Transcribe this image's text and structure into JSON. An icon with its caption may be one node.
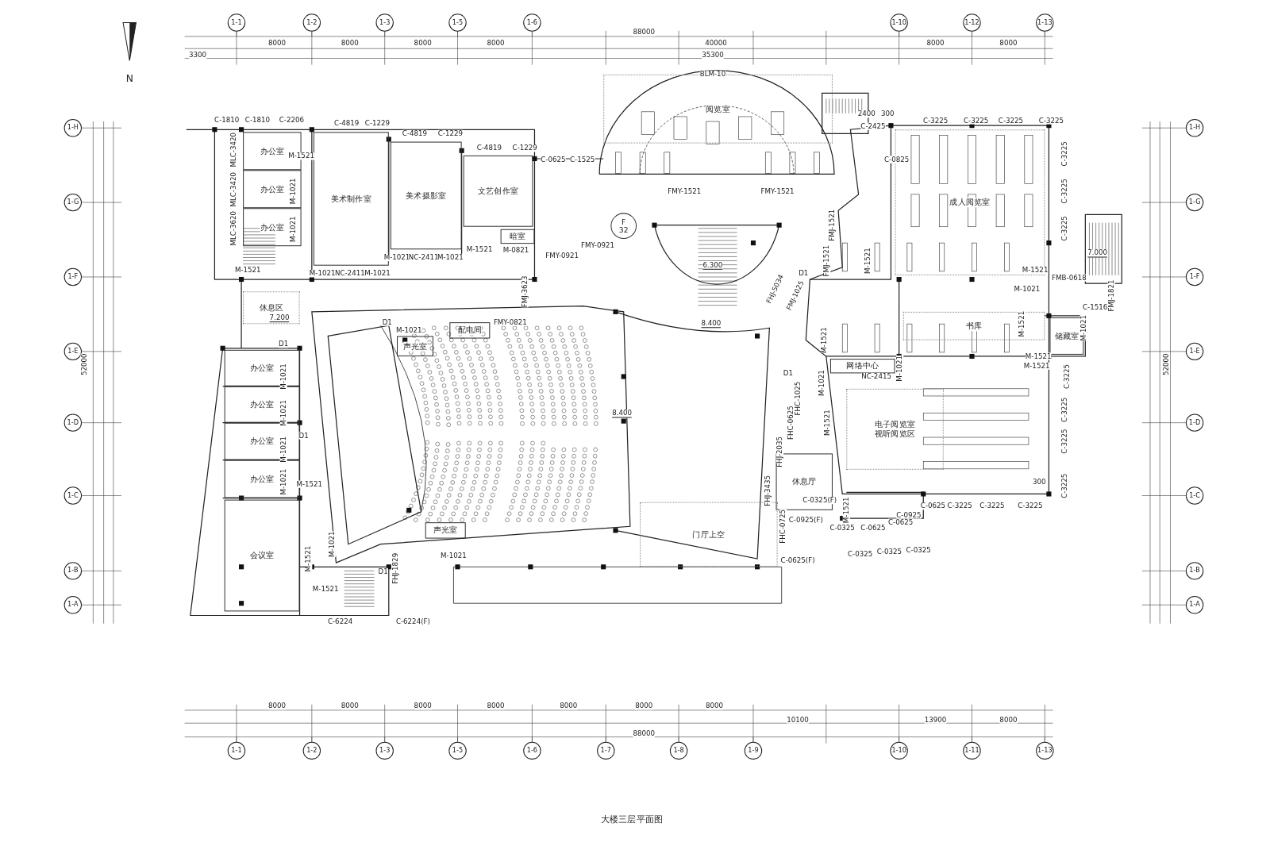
{
  "diagram": {
    "title": "大楼三层平面图",
    "nodes": [
      {
        "text": [
          "办公室"
        ]
      },
      {
        "text": [
          "办公室"
        ]
      },
      {
        "text": [
          "办公室"
        ]
      },
      {
        "text": [
          "美术制作室"
        ]
      },
      {
        "text": [
          "美术摄影室"
        ]
      },
      {
        "text": [
          "文艺创作室"
        ]
      },
      {
        "text": [
          "暗室"
        ]
      },
      {
        "text": [
          "休息区"
        ]
      },
      {
        "text": [
          "声光室"
        ]
      },
      {
        "text": [
          "配电间"
        ]
      },
      {
        "text": [
          "办公室"
        ]
      },
      {
        "text": [
          "办公室"
        ]
      },
      {
        "text": [
          "办公室"
        ]
      },
      {
        "text": [
          "办公室"
        ]
      },
      {
        "text": [
          "会议室"
        ]
      },
      {
        "text": [
          "声光室"
        ]
      },
      {
        "text": [
          "阅览室"
        ]
      },
      {
        "text": [
          "成人阅览室"
        ]
      },
      {
        "text": [
          "书库"
        ]
      },
      {
        "text": [
          "储藏室"
        ]
      },
      {
        "text": [
          "网络中心"
        ]
      },
      {
        "text": [
          "电子阅览室",
          "视听阅览区"
        ]
      },
      {
        "text": [
          "休息厅"
        ]
      },
      {
        "text": [
          "门厅上空"
        ]
      },
      {
        "text": [
          "F",
          "32"
        ]
      }
    ],
    "labels": [
      "1-1",
      "1-2",
      "1-3",
      "1-5",
      "1-6",
      "1-10",
      "1-12",
      "1-13",
      "88000",
      "8000",
      "8000",
      "8000",
      "8000",
      "40000",
      "8000",
      "8000",
      "3300",
      "35300",
      "BLM-10",
      "N",
      "2400",
      "300",
      "1-H",
      "C-1810",
      "C-1810",
      "C-2206",
      "C-4819",
      "C-1229",
      "C-2425",
      "C-3225",
      "C-3225",
      "C-3225",
      "C-3225",
      "1-H",
      "C-4819",
      "C-1229",
      "MLC-3420",
      "M-1521",
      "C-4819",
      "C-1229",
      "C-0625",
      "C-1525",
      "C-0825",
      "C-3225",
      "1-G",
      "MLC-3420",
      "M-1021",
      "FMY-1521",
      "FMY-1521",
      "C-3225",
      "1-G",
      "MLC-3620",
      "M-1021",
      "FMJ-1521",
      "C-3225",
      "M-1021",
      "NC-2411",
      "M-1021",
      "M-1521",
      "M-0821",
      "FMY-0921",
      "FMY-0921",
      "6.300",
      "FMJ-1521",
      "M-1521",
      "7.000",
      "1-F",
      "M-1521",
      "M-1021",
      "NC-2411",
      "M-1021",
      "D1",
      "M-1521",
      "FMB-0618",
      "1-F",
      "FMJ-3623",
      "FHJ-5034",
      "FMJ-1025",
      "M-1021",
      "FMJ-1821",
      "C-1516",
      "7.200",
      "D1",
      "FMY-0821",
      "8.400",
      "M-1521",
      "M-1021",
      "1-E",
      "D1",
      "M-1021",
      "M-1521",
      "M-1521",
      "1-E",
      "52000",
      "M-1021",
      "D1",
      "M-1021",
      "NC-2415",
      "M-1021",
      "M-1521",
      "C-3225",
      "52000",
      "1-D",
      "M-1021",
      "8.400",
      "FHC-0625",
      "FHC-1025",
      "M-1521",
      "C-3225",
      "1-D",
      "M-1021",
      "D1",
      "FHJ-2035",
      "C-3225",
      "1-C",
      "M-1021",
      "M-1521",
      "FHJ-3435",
      "300",
      "C-3225",
      "1-C",
      "C-0325(F)",
      "M-1521",
      "C-0925",
      "C-0625",
      "C-3225",
      "C-3225",
      "C-3225",
      "FHC-0725",
      "C-0925(F)",
      "C-0325",
      "C-0625",
      "C-0625",
      "M-1521",
      "M-1021",
      "M-1021",
      "C-0625(F)",
      "C-0325",
      "C-0325",
      "C-0325",
      "1-B",
      "D1",
      "FHJ-1829",
      "1-B",
      "M-1521",
      "1-A",
      "1-A",
      "C-6224",
      "C-6224(F)",
      "8000",
      "8000",
      "8000",
      "8000",
      "8000",
      "8000",
      "8000",
      "10100",
      "13900",
      "8000",
      "88000",
      "1-1",
      "1-2",
      "1-3",
      "1-5",
      "1-6",
      "1-7",
      "1-8",
      "1-9",
      "1-10",
      "1-11",
      "1-13"
    ]
  }
}
